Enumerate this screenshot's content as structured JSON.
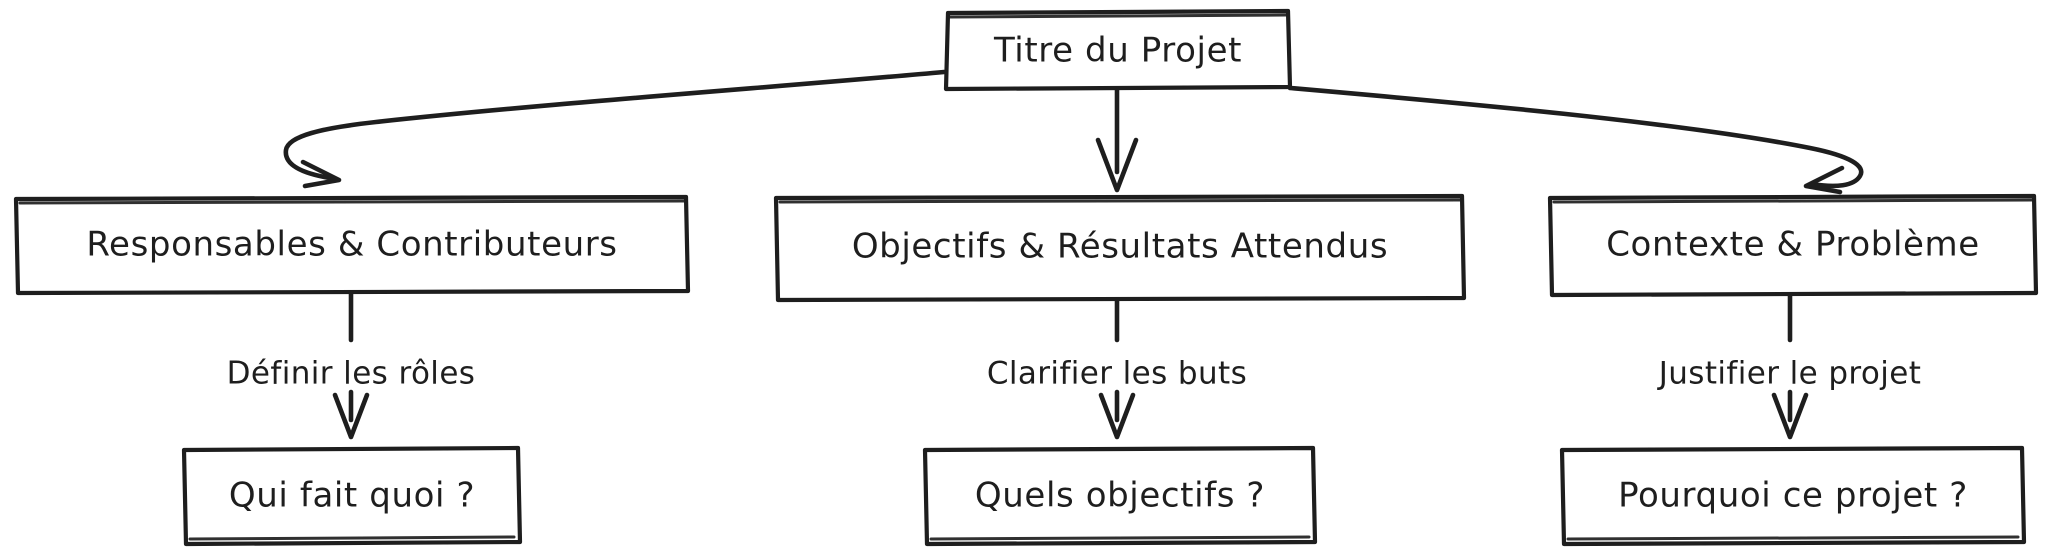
{
  "diagram": {
    "type": "flowchart",
    "direction": "top-down",
    "background_color": "#ffffff",
    "stroke_color": "#1e1e1e",
    "text_color": "#1e1e1e",
    "root": {
      "id": "titre",
      "label": "Titre du Projet"
    },
    "branches": [
      {
        "id": "responsables",
        "label": "Responsables & Contributeurs",
        "edge_from_root_label": "",
        "edge_label": "Définir les rôles",
        "child": {
          "id": "qui-fait-quoi",
          "label": "Qui fait quoi ?"
        }
      },
      {
        "id": "objectifs",
        "label": "Objectifs & Résultats Attendus",
        "edge_from_root_label": "",
        "edge_label": "Clarifier les buts",
        "child": {
          "id": "quels-objectifs",
          "label": "Quels objectifs ?"
        }
      },
      {
        "id": "contexte",
        "label": "Contexte & Problème",
        "edge_from_root_label": "",
        "edge_label": "Justifier le projet",
        "child": {
          "id": "pourquoi-ce-projet",
          "label": "Pourquoi ce projet ?"
        }
      }
    ]
  }
}
